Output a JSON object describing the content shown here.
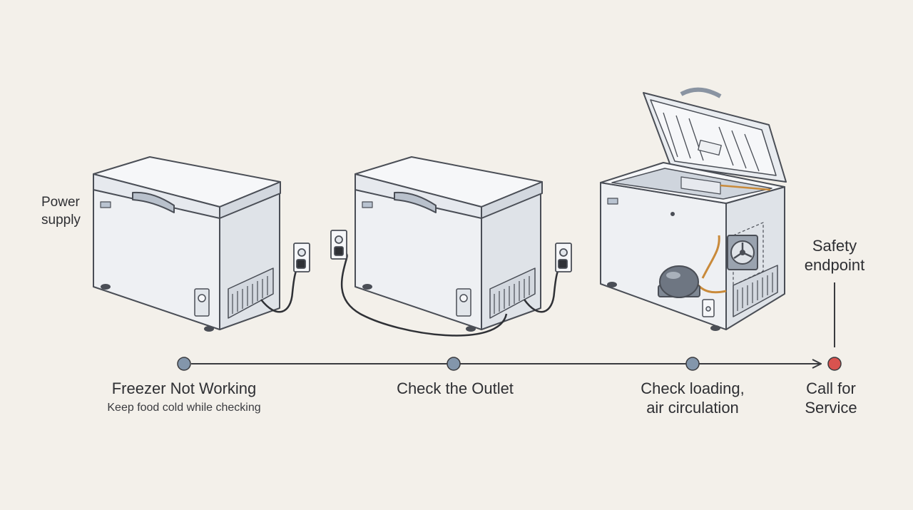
{
  "power_note": [
    "Power",
    "supply"
  ],
  "safety_note": [
    "Safety",
    "endpoint"
  ],
  "steps": [
    {
      "title_lines": [
        "Freezer Not Working"
      ],
      "subtitle": "Keep food cold while checking",
      "node_color": "#8396ab"
    },
    {
      "title_lines": [
        "Check the Outlet"
      ],
      "subtitle": "",
      "node_color": "#8396ab"
    },
    {
      "title_lines": [
        "Check loading,",
        "air circulation"
      ],
      "subtitle": "",
      "node_color": "#8396ab"
    },
    {
      "title_lines": [
        "Call for",
        "Service"
      ],
      "subtitle": "",
      "node_color": "#d9534f"
    }
  ],
  "colors": {
    "line": "#3a3b3f",
    "body": "#eef0f3",
    "body_shade": "#dfe3e8",
    "outline": "#4a4e56",
    "accent": "#c98a3a"
  },
  "icons": [
    "freezer-closed-icon",
    "power-outlet-icon",
    "freezer-plugged-icon",
    "freezer-open-icon",
    "compressor-icon",
    "fan-icon"
  ]
}
